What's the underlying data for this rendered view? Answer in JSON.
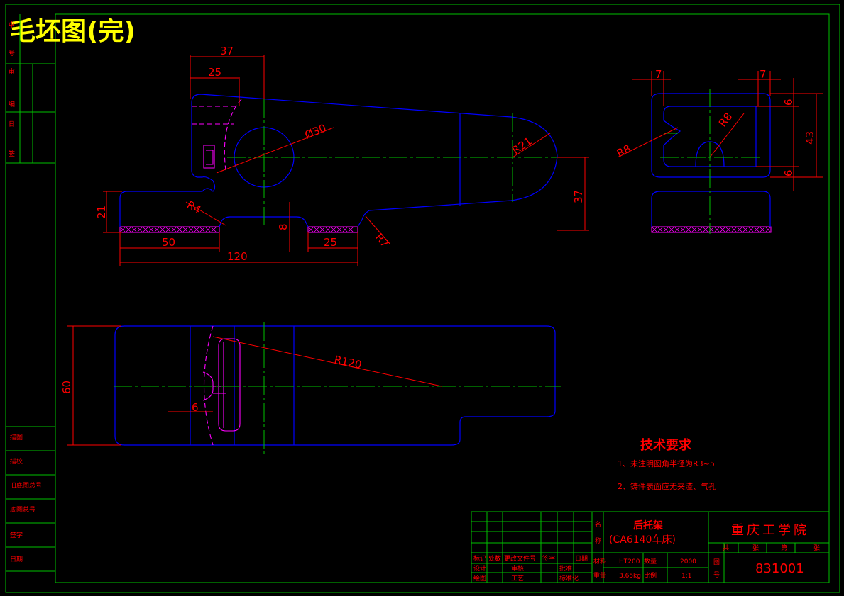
{
  "title": "毛坯图(完)",
  "dims": {
    "d37": "37",
    "d25a": "25",
    "d30": "Ø30",
    "r21": "R21",
    "r4": "R4",
    "d21": "21",
    "d8": "8",
    "r7": "R7",
    "d37b": "37",
    "d50": "50",
    "d25b": "25",
    "d120": "120",
    "d7a": "7",
    "d7b": "7",
    "d6a": "6",
    "d43": "43",
    "d6b": "6",
    "r8a": "R8",
    "r8b": "R8",
    "d60": "60",
    "r120": "R120",
    "d6c": "6"
  },
  "tech": {
    "heading": "技术要求",
    "item1": "1、未注明圆角半径为R3~5",
    "item2": "2、铸件表面应无夹渣、气孔"
  },
  "title_block": {
    "part_label_1": "名",
    "part_label_2": "称",
    "part_name": "后托架",
    "part_sub": "(CA6140车床)",
    "school": "重庆工学院",
    "sheet_labels": [
      "共",
      "张",
      "第",
      "张"
    ],
    "drawing_no_label_1": "图",
    "drawing_no_label_2": "号",
    "drawing_no": "831001",
    "material_label": "材料",
    "material": "HT200",
    "qty_label": "数量",
    "qty": "2000",
    "weight_label": "重量",
    "weight": "3.65kg",
    "scale_label": "比例",
    "scale": "1:1",
    "rev_headers": [
      "标记",
      "处数",
      "更改文件号",
      "签字",
      "日期"
    ],
    "sign_rows": [
      [
        "设计",
        "",
        "审核",
        "",
        "批准"
      ],
      [
        "绘图",
        "",
        "工艺",
        "",
        "标准化"
      ]
    ]
  },
  "left_strip": {
    "top_cells": [
      "中",
      "号",
      "审",
      "编",
      "日",
      "签"
    ],
    "bottom_cells": [
      "描图",
      "描校",
      "旧底图总号",
      "底图总号",
      "签字",
      "日期"
    ]
  }
}
